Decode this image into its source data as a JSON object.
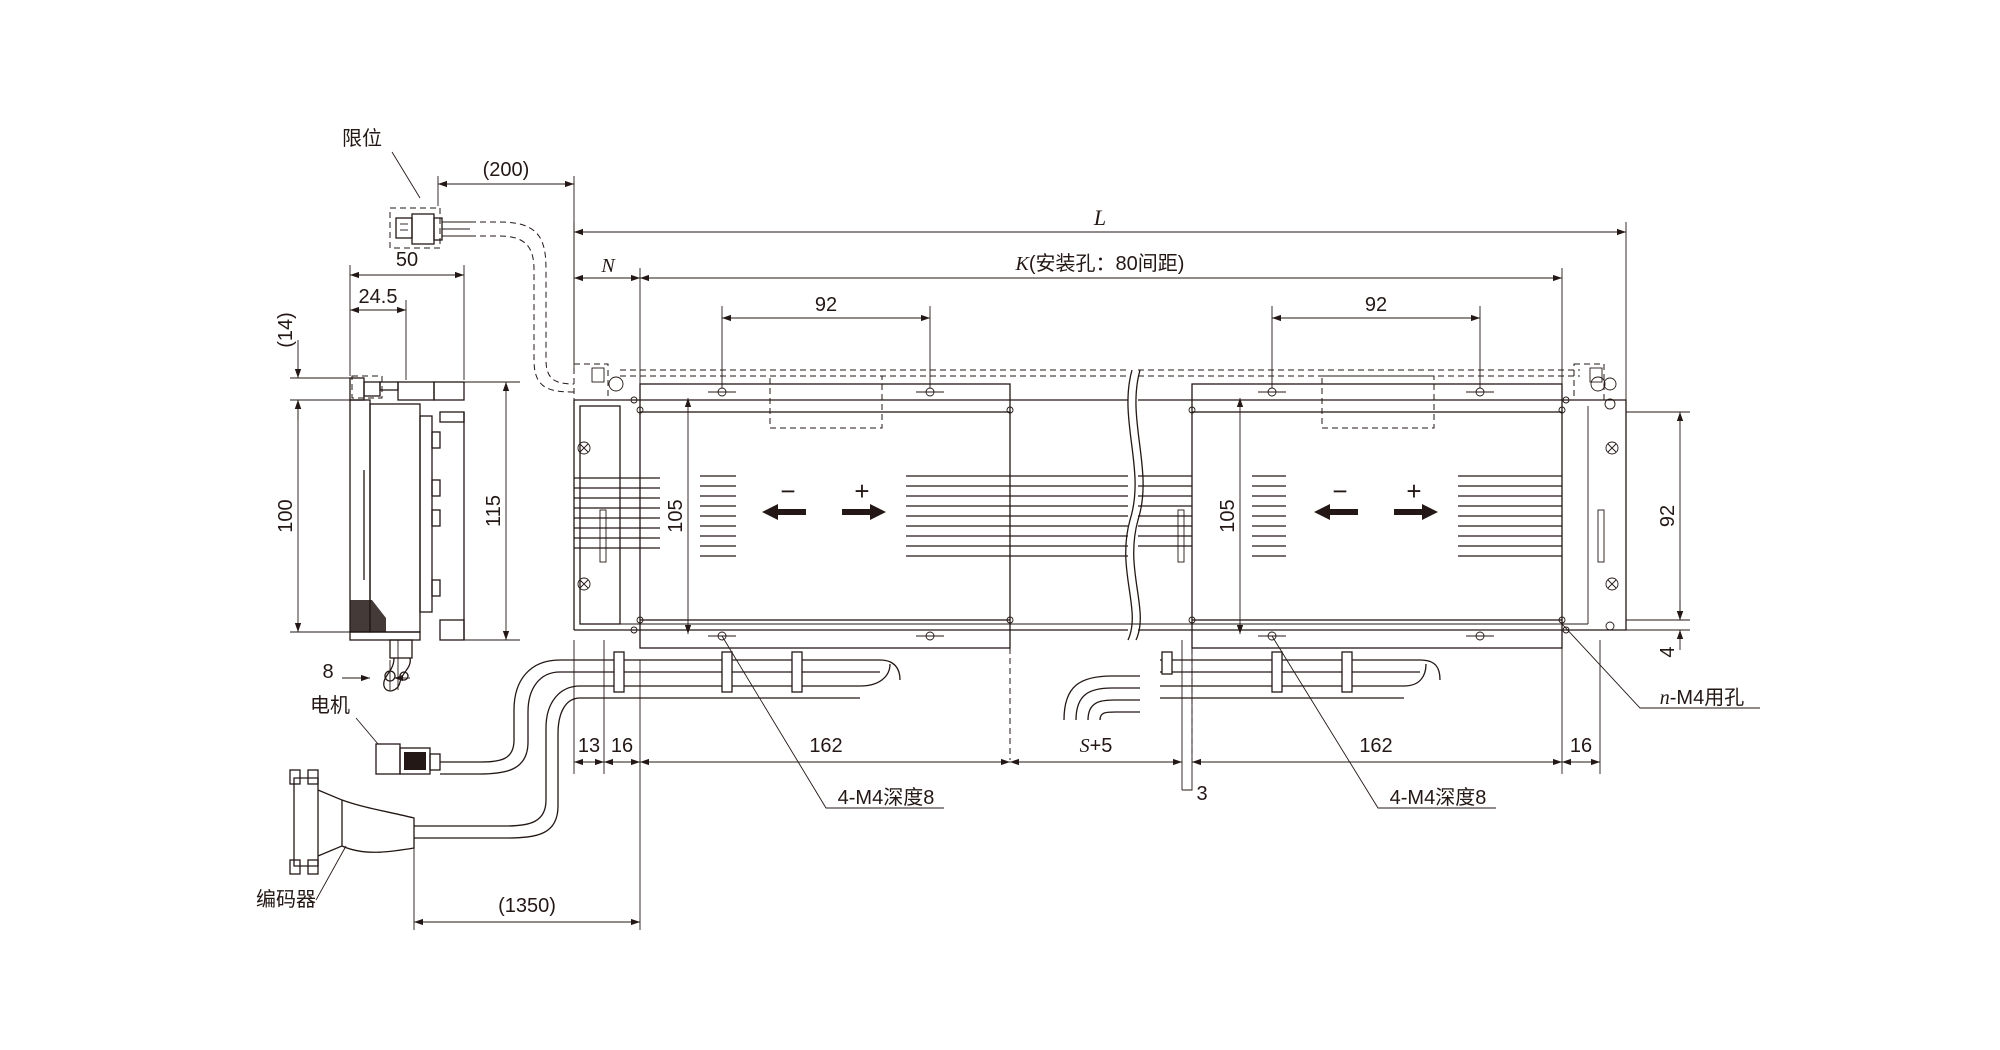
{
  "labels": {
    "limit": "限位",
    "motor": "电机",
    "encoder": "编码器",
    "total_length": "L",
    "k_label": "K",
    "k_suffix": "(安装孔：80间距)",
    "n_label": "N",
    "n_holes_italic": "n",
    "n_holes_suffix": "-M4用孔",
    "tapped_left": "4-M4深度8",
    "tapped_right": "4-M4深度8",
    "gap_s": "S",
    "gap_suffix": "+5",
    "minus": "−",
    "plus": "+"
  },
  "dimensions": {
    "d200": "(200)",
    "d50": "50",
    "d24_5": "24.5",
    "d14": "(14)",
    "d100": "100",
    "d115": "115",
    "d8": "8",
    "d13": "13",
    "d16_left_a": "16",
    "d162_left": "162",
    "d162_right": "162",
    "d16_right": "16",
    "d92_left": "92",
    "d92_right": "92",
    "d92_side": "92",
    "d105_left": "105",
    "d105_right": "105",
    "d4": "4",
    "d3": "3",
    "d1350": "(1350)"
  }
}
